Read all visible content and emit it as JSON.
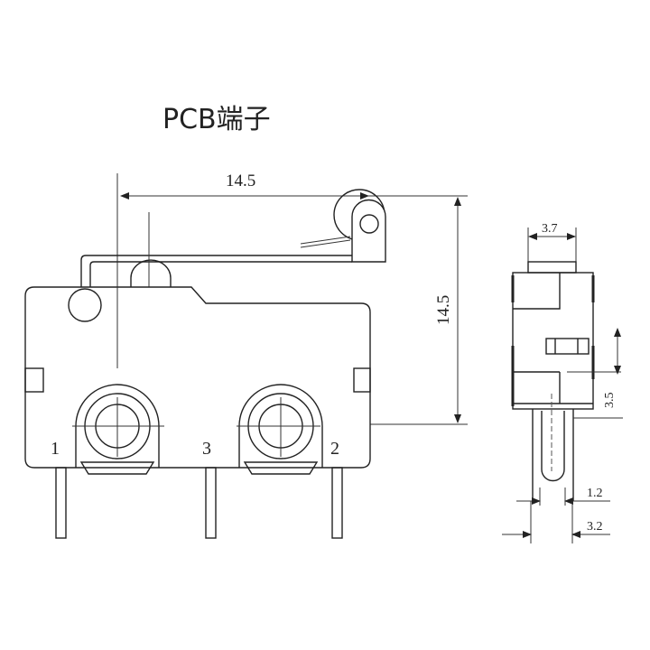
{
  "title": "PCB端子",
  "front_view": {
    "width_dimension": "14.5",
    "height_dimension": "14.5",
    "terminal_labels": [
      "1",
      "3",
      "2"
    ]
  },
  "side_view": {
    "top_width": "3.7",
    "travel": "3.5",
    "pin_thickness": "1.2",
    "pin_spacing": "3.2"
  }
}
